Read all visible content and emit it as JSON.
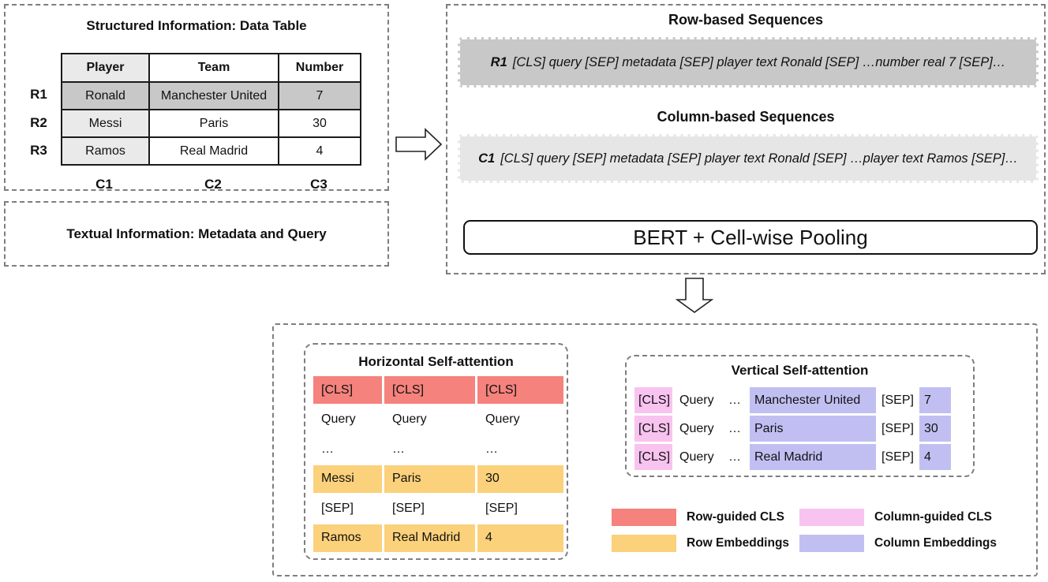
{
  "colors": {
    "red": "#f5827c",
    "yellow": "#fcd17b",
    "pink": "#f9c3f0",
    "lavender": "#c1bff2",
    "dark_gray": "#c8c8c8",
    "light_gray": "#eaeaea",
    "strip_light": "#e6e6e6"
  },
  "left_panel": {
    "structured_title": "Structured Information: Data Table",
    "textual_title": "Textual Information: Metadata and Query",
    "table": {
      "headers": [
        "Player",
        "Team",
        "Number"
      ],
      "rows": [
        {
          "label": "R1",
          "cells": [
            "Ronald",
            "Manchester United",
            "7"
          ]
        },
        {
          "label": "R2",
          "cells": [
            "Messi",
            "Paris",
            "30"
          ]
        },
        {
          "label": "R3",
          "cells": [
            "Ramos",
            "Real Madrid",
            "4"
          ]
        }
      ],
      "col_labels": [
        "C1",
        "C2",
        "C3"
      ]
    }
  },
  "right_panel": {
    "row_title": "Row-based Sequences",
    "row_seq_label": "R1",
    "row_seq_text": "[CLS] query [SEP] metadata [SEP] player text Ronald [SEP] …number real 7 [SEP]…",
    "col_title": "Column-based Sequences",
    "col_seq_label": "C1",
    "col_seq_text": "[CLS] query [SEP] metadata [SEP] player text Ronald [SEP] …player text Ramos [SEP]…",
    "bert_label": "BERT + Cell-wise Pooling"
  },
  "bottom_panel": {
    "horizontal": {
      "title": "Horizontal Self-attention",
      "rows": [
        {
          "style": "red",
          "cells": [
            "[CLS]",
            "[CLS]",
            "[CLS]"
          ]
        },
        {
          "style": "plain",
          "cells": [
            "Query",
            "Query",
            "Query"
          ]
        },
        {
          "style": "plain",
          "cells": [
            "…",
            "…",
            "…"
          ]
        },
        {
          "style": "yellow",
          "cells": [
            "Messi",
            "Paris",
            "30"
          ]
        },
        {
          "style": "plain",
          "cells": [
            "[SEP]",
            "[SEP]",
            "[SEP]"
          ]
        },
        {
          "style": "yellow",
          "cells": [
            "Ramos",
            "Real Madrid",
            "4"
          ]
        }
      ]
    },
    "vertical": {
      "title": "Vertical Self-attention",
      "rows": [
        {
          "cls": "[CLS]",
          "query": "Query",
          "dots": "…",
          "value": "Manchester United",
          "sep": "[SEP]",
          "num": "7"
        },
        {
          "cls": "[CLS]",
          "query": "Query",
          "dots": "…",
          "value": "Paris",
          "sep": "[SEP]",
          "num": "30"
        },
        {
          "cls": "[CLS]",
          "query": "Query",
          "dots": "…",
          "value": "Real Madrid",
          "sep": "[SEP]",
          "num": "4"
        }
      ]
    },
    "legend": [
      {
        "label": "Row-guided CLS",
        "color": "red"
      },
      {
        "label": "Row Embeddings",
        "color": "yellow"
      },
      {
        "label": "Column-guided CLS",
        "color": "pink"
      },
      {
        "label": "Column Embeddings",
        "color": "lavender"
      }
    ]
  }
}
